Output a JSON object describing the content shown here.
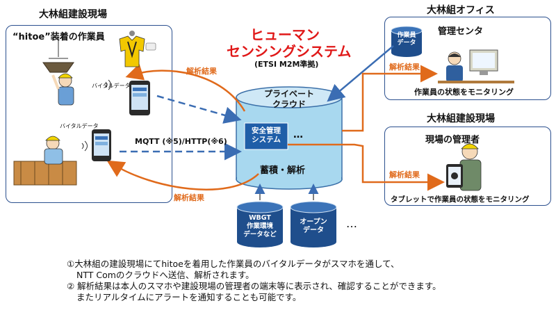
{
  "left_panel": {
    "title": "大林組建設現場",
    "worker_label": "“hitoe”装着の作業員",
    "vital_label_1": "バイタルデータ",
    "vital_label_2": "バイタルデータ"
  },
  "center": {
    "title_line1": "ヒューマン",
    "title_line2": "センシングシステム",
    "subtitle": "(ETSI M2M準拠)",
    "cloud_label_line1": "プライベート",
    "cloud_label_line2": "クラウド",
    "safety_box_line1": "安全管理",
    "safety_box_line2": "システム",
    "ellipsis": "…",
    "storage_label": "蓄積・解析",
    "protocol_label": "MQTT (※5)/HTTP(※6)",
    "wbgt_line1": "WBGT",
    "wbgt_line2": "作業環境",
    "wbgt_line3": "データなど",
    "open_line1": "オープン",
    "open_line2": "データ",
    "more": "…"
  },
  "arrows": {
    "result_top_left": "解析結果",
    "result_bottom_left": "解析結果",
    "result_office": "解析結果",
    "result_site": "解析結果"
  },
  "right_top": {
    "heading": "大林組オフィス",
    "center_label": "管理センタ",
    "db_line1": "作業員",
    "db_line2": "データ",
    "caption": "作業員の状態をモニタリング"
  },
  "right_bottom": {
    "heading": "大林組建設現場",
    "manager_label": "現場の管理者",
    "caption": "タブレットで作業員の状態をモニタリング"
  },
  "notes": {
    "line1": "①大林組の建設現場にてhitoeを着用した作業員のバイタルデータがスマホを通して、",
    "line2": "NTT Comのクラウドへ送信、解析されます。",
    "line3": "② 解析結果は本人のスマホや建設現場の管理者の端末等に表示され、確認することができます。",
    "line4": "またリアルタイムにアラートを通知することも可能です。"
  },
  "colors": {
    "panel_border": "#2a4f8e",
    "orange_arrow": "#e06a1b",
    "blue_arrow": "#3b6db3",
    "cylinder_top": "#cfe8f6",
    "cylinder_body": "#a8d8ef",
    "db_cylinder": "#1f4e8c",
    "title_red": "#e01818"
  }
}
